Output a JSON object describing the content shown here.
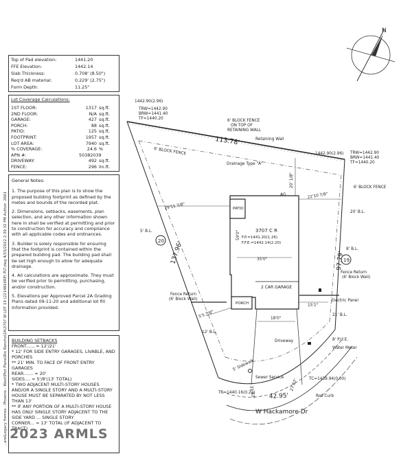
{
  "elevation_table": [
    {
      "label": "Top of Pad elevation:",
      "value": "1441.20"
    },
    {
      "label": "FFE Elevation:",
      "value": "1442.14"
    },
    {
      "label": "Slab Thickness:",
      "value": "0.708' (8.50\")"
    },
    {
      "label": "Req'd AB material:",
      "value": "0.229' (2.75\")"
    },
    {
      "label": "Form Depth:",
      "value": "11.25\""
    }
  ],
  "lot_coverage": {
    "title": "Lot Coverage Calculations:",
    "rows": [
      {
        "label": "1ST FLOOR:",
        "value": "1317",
        "unit": "sq.ft."
      },
      {
        "label": "2ND FLOOR:",
        "value": "N/A",
        "unit": "sq.ft."
      },
      {
        "label": "GARAGE:",
        "value": "427",
        "unit": "sq.ft."
      },
      {
        "label": "PORCH:",
        "value": "88",
        "unit": "sq.ft."
      },
      {
        "label": "PATIO:",
        "value": "125",
        "unit": "sq.ft."
      },
      {
        "label": "FOOTPRINT:",
        "value": "1957",
        "unit": "sq.ft."
      },
      {
        "label": "LOT AREA:",
        "value": "7940",
        "unit": "sq.ft."
      },
      {
        "label": "% COVERAGE:",
        "value": "24.6",
        "unit": "%"
      },
      {
        "label": "APN #:",
        "value": "50382039",
        "unit": ""
      },
      {
        "label": "DRIVEWAY:",
        "value": "492",
        "unit": "sq.ft."
      },
      {
        "label": "FENCE:",
        "value": "296",
        "unit": "lin.ft."
      }
    ]
  },
  "general_notes": {
    "title": "General Notes:",
    "items": [
      "1. The purpose of this plan is to show the proposed building footprint as defined by the metes and bounds of the recorded plat.",
      "2. Dimensions, setbacks, easements, plan selection, and any other information shown here in shall be verified at permitting and prior to construction for accuracy and compliance with all applicable codes and ordinances.",
      "3. Builder is solely responsible for ensuring that the footprint is contained within the prepared building pad. The building pad shall be set high enough to allow for adequate drainage.",
      "4. All calculations are approximate. They must be verified prior to permitting, purchasing, and/or construction.",
      "5. Elevations per Approved Parcel 2A Grading Plans dated 09-11-20 and additional lot fill information provided."
    ]
  },
  "setbacks": {
    "title": "BUILDING SETBACKS",
    "lines": [
      "FRONT...... = 12'/21'",
      "* 12' FOR SIDE ENTRY GARAGES, LIVABLE, AND PORCHES",
      "** 21' MIN. TO FACE OF FRONT ENTRY GARAGES",
      "REAR....... = 20'",
      "SIDES.... = 5'/8'(13' TOTAL)",
      "* TWO ADJACENT MULTI-STORY HOUSES AND/OR A SINGLE STORY AND A MULTI-STORY HOUSE MUST BE SEPARATED BY NOT LESS THAN 13'",
      "** IF ANY PORTION OF A MULTI-STORY HOUSE HAS ONLY SINGLE STORY ADJACENT TO THE SIDE YARD ... SINGLE STORY",
      "CORNER... = 13' TOTAL (IF ADJACENT TO TRACT)"
    ]
  },
  "side_caption": "...ara\\Legacy Homes - Phoenix - West\\Plot Plans\\Rio Rancho\\2A\\3707 W LOT 19 (2214816RP) PLT.dwg 4/15/2022 2:30:32 PM Author: 2661",
  "watermark": "2023 ARMLS",
  "plan": {
    "house_label": "3707 C R",
    "fp": "F.P.=1441.20(1.26)",
    "ffe": "F.F.E.=1442.14(2.20)",
    "patio": "PATIO",
    "garage": "2 CAR GARAGE",
    "porch": "PORCH",
    "street": "W Hackamore Dr",
    "lot_number": "20",
    "lot_number_right": "19",
    "labels": [
      {
        "id": "corner-tl",
        "text": "1442.90(2.96)"
      },
      {
        "id": "trw-l1",
        "text": "TRW=1442.90"
      },
      {
        "id": "trw-l2",
        "text": "BRW=1441.40"
      },
      {
        "id": "trw-l3",
        "text": "TF=1440.20"
      },
      {
        "id": "fence-top-1",
        "text": "6' BLOCK FENCE"
      },
      {
        "id": "fence-top-2",
        "text": "ON TOP OF"
      },
      {
        "id": "fence-top-3",
        "text": "RETAINING WALL"
      },
      {
        "id": "retaining",
        "text": "Retaining Wall"
      },
      {
        "id": "dim-top",
        "text": "113.78'"
      },
      {
        "id": "block-fence-left",
        "text": "6' BLOCK FENCE"
      },
      {
        "id": "drainage",
        "text": "Drainage Type \"A\""
      },
      {
        "id": "corner-tr",
        "text": "1442.90(2.96)"
      },
      {
        "id": "trw-r1",
        "text": "TRW=1442.90"
      },
      {
        "id": "trw-r2",
        "text": "BRW=1441.40"
      },
      {
        "id": "trw-r3",
        "text": "TF=1440.20"
      },
      {
        "id": "block-fence-right",
        "text": "6' BLOCK FENCE"
      },
      {
        "id": "rear-bl",
        "text": "20' B.L."
      },
      {
        "id": "dim-20-1-8",
        "text": "20' 1/8\""
      },
      {
        "id": "dim-22-10",
        "text": "22'10 7/8\""
      },
      {
        "id": "dim-29-11",
        "text": "29'11 7/8\""
      },
      {
        "id": "side-bl-left",
        "text": "5' B.L."
      },
      {
        "id": "dim-left",
        "text": "137.96'"
      },
      {
        "id": "dim-59",
        "text": "59'0\""
      },
      {
        "id": "dim-35",
        "text": "35'0\""
      },
      {
        "id": "side-bl-right",
        "text": "8' B.L."
      },
      {
        "id": "dim-right",
        "text": "97.79'"
      },
      {
        "id": "fence-return-r1",
        "text": "Fence Return"
      },
      {
        "id": "fence-return-r2",
        "text": "(6' Block Wall)"
      },
      {
        "id": "fence-return-l1",
        "text": "Fence Return"
      },
      {
        "id": "fence-return-l2",
        "text": "(6' Block Wall)"
      },
      {
        "id": "ag",
        "text": "AG"
      },
      {
        "id": "elec-panel",
        "text": "Electric Panel"
      },
      {
        "id": "dim-15-1",
        "text": "15'1\""
      },
      {
        "id": "dim-5-5",
        "text": "5'5 7/8\""
      },
      {
        "id": "front-bl-left",
        "text": "12' B.L."
      },
      {
        "id": "front-bl-right",
        "text": "21' B.L."
      },
      {
        "id": "dim-18",
        "text": "18'0\""
      },
      {
        "id": "driveway",
        "text": "Driveway"
      },
      {
        "id": "pue",
        "text": "8' P.U.E."
      },
      {
        "id": "water-meter",
        "text": "Water Meter"
      },
      {
        "id": "sidewalk",
        "text": "5' Sidewalk"
      },
      {
        "id": "tc-left",
        "text": "TC=1440.16(0.22)"
      },
      {
        "id": "tc-right",
        "text": "TC=1439.94(0.00)"
      },
      {
        "id": "sewer",
        "text": "Sewer Service"
      },
      {
        "id": "roll-curb",
        "text": "Roll Curb"
      },
      {
        "id": "dim-front",
        "text": "42.95'"
      },
      {
        "id": "dim-curve-l",
        "text": "31.82'"
      },
      {
        "id": "dim-curve-r",
        "text": "27.67'"
      },
      {
        "id": "north",
        "text": "N"
      }
    ]
  }
}
